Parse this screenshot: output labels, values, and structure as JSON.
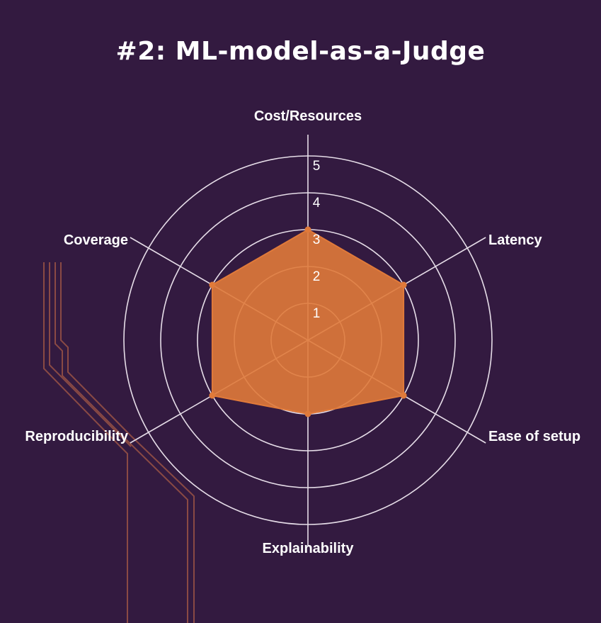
{
  "title": "#2: ML-model-as-a-Judge",
  "chart_data": {
    "type": "radar",
    "axes": [
      "Cost/Resources",
      "Latency",
      "Ease of setup",
      "Explainability",
      "Reproducibility",
      "Coverage"
    ],
    "ticks": [
      "1",
      "2",
      "3",
      "4",
      "5"
    ],
    "range": [
      0,
      5
    ],
    "series": [
      {
        "values": [
          3,
          3,
          3,
          2,
          3,
          3
        ]
      }
    ]
  },
  "colors": {
    "background": "#331a40",
    "grid": "#e6dde8",
    "fill": "#e07a3a",
    "accent": "#a8543f"
  }
}
